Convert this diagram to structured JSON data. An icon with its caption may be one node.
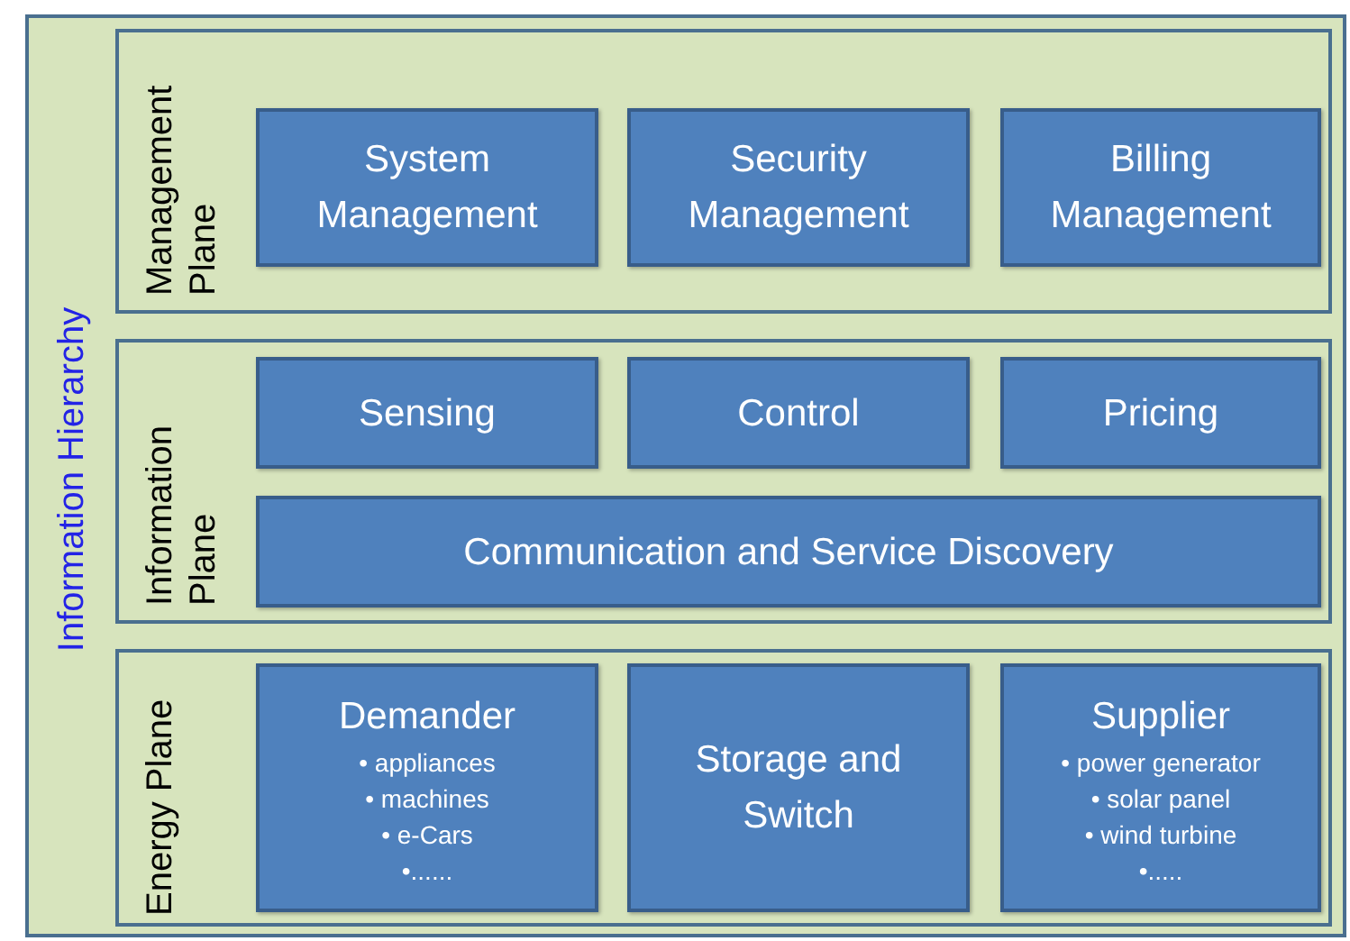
{
  "diagram": {
    "nodes": [
      {
        "text": [
          "Information Hierarchy"
        ]
      },
      {
        "text": [
          "Management Plane"
        ],
        "in": 0
      },
      {
        "text": [
          "System Management"
        ],
        "in": 1
      },
      {
        "text": [
          "Security Management"
        ],
        "in": 1
      },
      {
        "text": [
          "Billing Management"
        ],
        "in": 1
      },
      {
        "text": [
          "Information Plane"
        ],
        "in": 0
      },
      {
        "text": [
          "Sensing"
        ],
        "in": 5
      },
      {
        "text": [
          "Control"
        ],
        "in": 5
      },
      {
        "text": [
          "Pricing"
        ],
        "in": 5
      },
      {
        "text": [
          "Communication and Service Discovery"
        ],
        "in": 5
      },
      {
        "text": [
          "Energy Plane"
        ],
        "in": 0
      },
      {
        "text": [
          "Demander",
          "• appliances",
          "• machines",
          "• e-Cars",
          "•......"
        ],
        "in": 10
      },
      {
        "text": [
          "Storage and Switch"
        ],
        "in": 10
      },
      {
        "text": [
          "Supplier",
          "• power generator",
          "• solar panel",
          "• wind turbine",
          "•....."
        ],
        "in": 10
      }
    ],
    "edges": []
  }
}
